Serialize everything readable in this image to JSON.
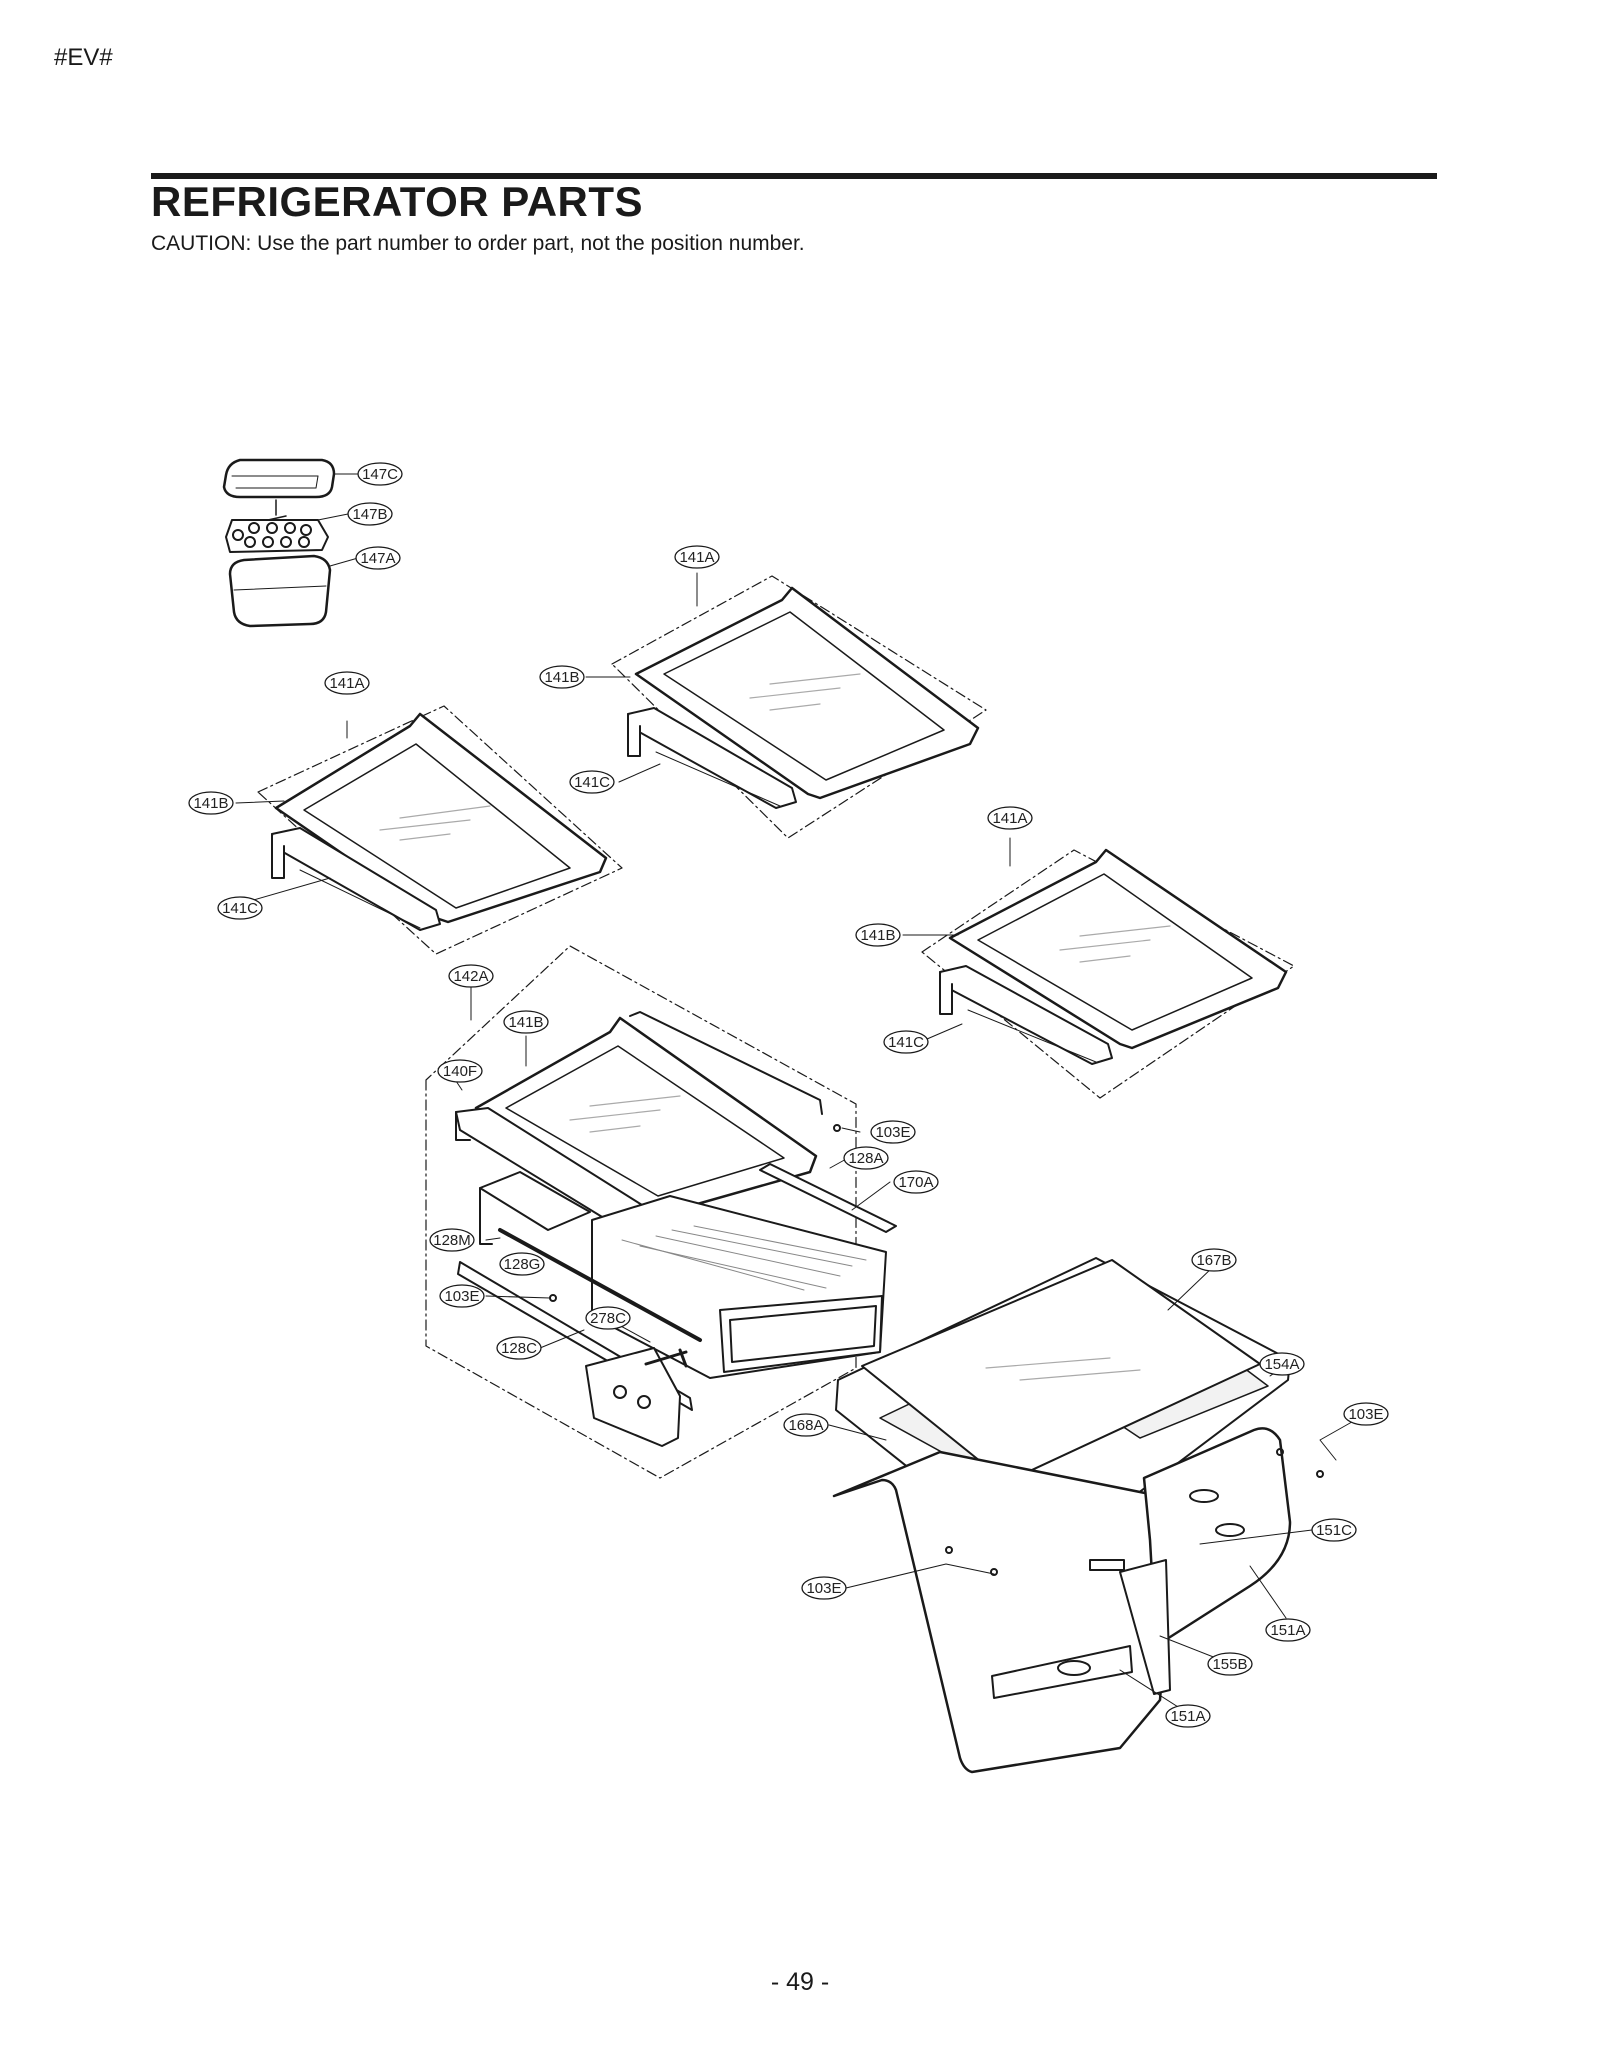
{
  "header": {
    "doc_code": "#EV#"
  },
  "title": "REFRIGERATOR PARTS",
  "caution": "CAUTION: Use the part number to order part, not the position number.",
  "page_number": "- 49 -",
  "callouts": {
    "egg_cover": "147C",
    "egg_tray": "147B",
    "egg_box": "147A",
    "shelf_a_assy": "141A",
    "shelf_a_glass": "141B",
    "shelf_a_bracket": "141C",
    "shelf_b_assy": "141A",
    "shelf_b_glass": "141B",
    "shelf_b_bracket": "141C",
    "shelf_c_assy": "141A",
    "shelf_c_glass": "141B",
    "shelf_c_bracket": "141C",
    "crisper_shelf_assy": "142A",
    "crisper_shelf_glass": "141B",
    "crisper_frame": "140F",
    "screw_1": "103E",
    "rail_right": "128A",
    "small_drawer": "170A",
    "rail_left": "128M",
    "rail_bar": "128G",
    "screw_2": "103E",
    "hinge_pin": "278C",
    "bracket_lower": "128C",
    "cover_glass": "167B",
    "cover_frame": "154A",
    "screw_3": "103E",
    "cover_insert": "168A",
    "drawer_rail": "151C",
    "screw_4": "103E",
    "drawer_right": "151A",
    "divider": "155B",
    "drawer_left": "151A"
  }
}
